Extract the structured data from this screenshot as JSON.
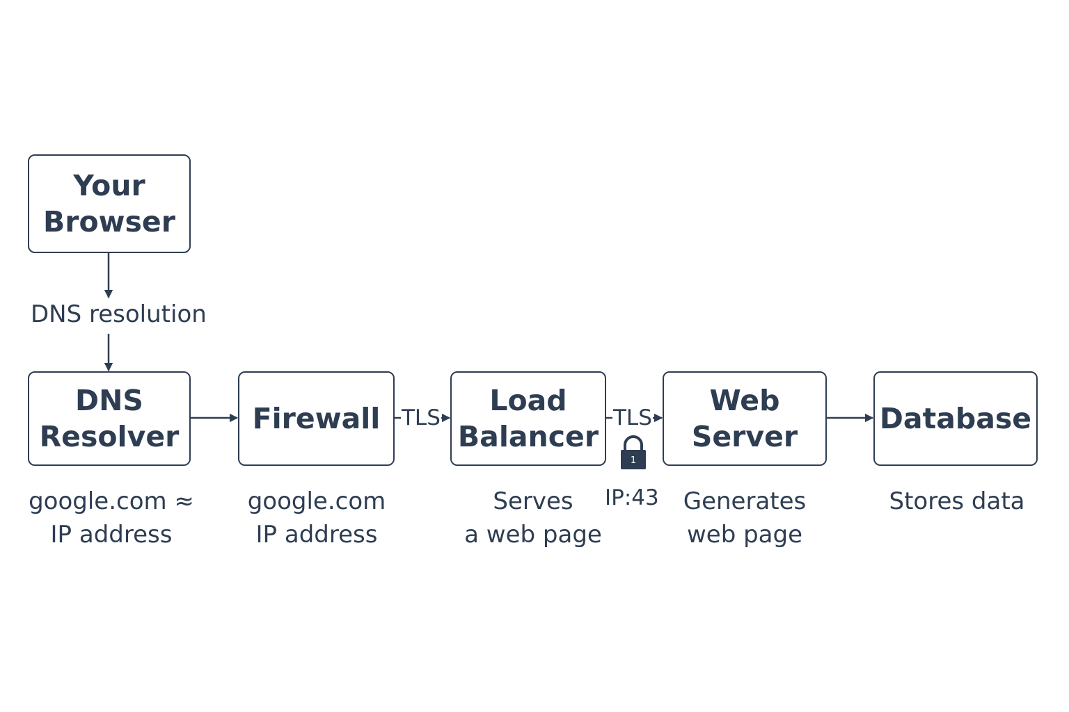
{
  "nodes": {
    "browser": "Your\nBrowser",
    "dns_resolver": "DNS\nResolver",
    "firewall": "Firewall",
    "load_balancer": "Load\nBalancer",
    "web_server": "Web\nServer",
    "database": "Database"
  },
  "edge_labels": {
    "dns_resolution": "DNS resolution",
    "tls_firewall_lb": "TLS",
    "tls_lb_web": "TLS",
    "port": "IP:43",
    "lock_digit": "1"
  },
  "captions": {
    "dns_resolver": "google.com ≈\nIP address",
    "firewall": "google.com\nIP address",
    "load_balancer": "Serves\na web page",
    "web_server": "Generates\nweb page",
    "database": "Stores data"
  },
  "icons": {
    "lock": "lock-icon"
  },
  "colors": {
    "ink": "#2e3d52",
    "background": "#ffffff"
  }
}
